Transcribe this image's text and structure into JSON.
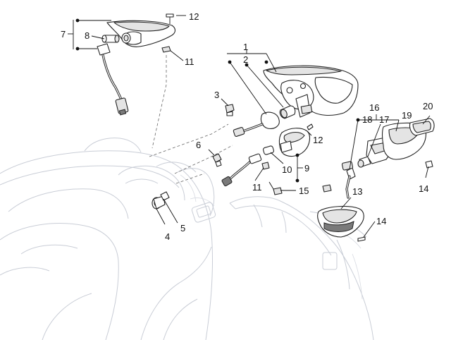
{
  "callouts": [
    {
      "id": "c1",
      "text": "1"
    },
    {
      "id": "c2",
      "text": "2"
    },
    {
      "id": "c3",
      "text": "3"
    },
    {
      "id": "c4",
      "text": "4"
    },
    {
      "id": "c5",
      "text": "5"
    },
    {
      "id": "c6",
      "text": "6"
    },
    {
      "id": "c7",
      "text": "7"
    },
    {
      "id": "c8",
      "text": "8"
    },
    {
      "id": "c9",
      "text": "9"
    },
    {
      "id": "c10",
      "text": "10"
    },
    {
      "id": "c11a",
      "text": "11"
    },
    {
      "id": "c11b",
      "text": "11"
    },
    {
      "id": "c12a",
      "text": "12"
    },
    {
      "id": "c12b",
      "text": "12"
    },
    {
      "id": "c13",
      "text": "13"
    },
    {
      "id": "c14a",
      "text": "14"
    },
    {
      "id": "c14b",
      "text": "14"
    },
    {
      "id": "c15",
      "text": "15"
    },
    {
      "id": "c16",
      "text": "16"
    },
    {
      "id": "c17",
      "text": "17"
    },
    {
      "id": "c18",
      "text": "18"
    },
    {
      "id": "c19",
      "text": "19"
    },
    {
      "id": "c20",
      "text": "20"
    }
  ]
}
